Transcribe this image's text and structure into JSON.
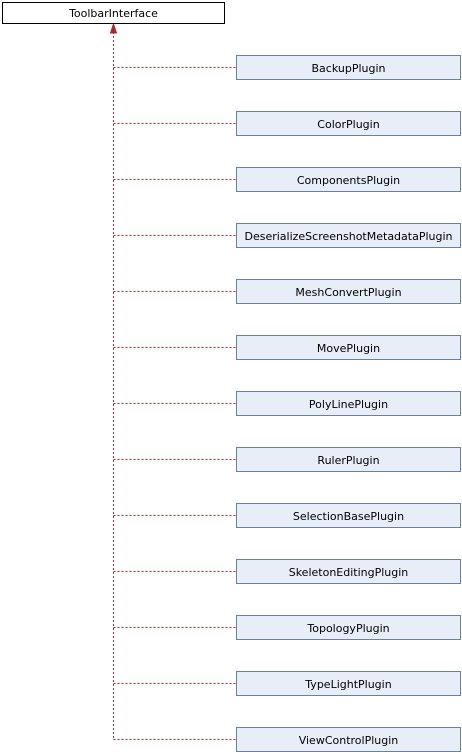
{
  "base_class": {
    "label": "ToolbarInterface"
  },
  "derived_classes": [
    "BackupPlugin",
    "ColorPlugin",
    "ComponentsPlugin",
    "DeserializeScreenshotMetadataPlugin",
    "MeshConvertPlugin",
    "MovePlugin",
    "PolyLinePlugin",
    "RulerPlugin",
    "SelectionBasePlugin",
    "SkeletonEditingPlugin",
    "TopologyPlugin",
    "TypeLightPlugin",
    "ViewControlPlugin"
  ],
  "colors": {
    "edge": "#a52a2a",
    "base_fill": "#ffffff",
    "derived_fill": "#e8eef7",
    "derived_border": "#6a7fa5"
  }
}
